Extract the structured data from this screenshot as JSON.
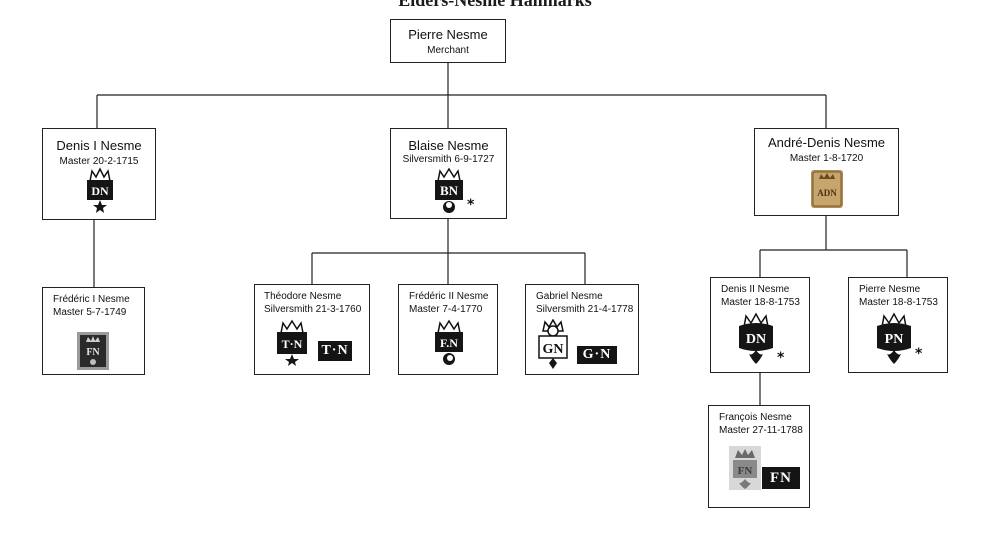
{
  "header": {
    "title": "Elders-Nesme Hallmarks"
  },
  "nodes": {
    "pierre_sr": {
      "name": "Pierre Nesme",
      "detail": "Merchant"
    },
    "denis1": {
      "name": "Denis I Nesme",
      "detail": "Master 20-2-1715",
      "mark": "DN"
    },
    "blaise": {
      "name": "Blaise Nesme",
      "detail": "Silversmith  6-9-1727",
      "mark": "BN",
      "star": "*"
    },
    "andre_denis": {
      "name": "André-Denis Nesme",
      "detail": "Master 1-8-1720",
      "mark": "ADN"
    },
    "frederic1": {
      "name": "Frédéric I Nesme",
      "detail": "Master 5-7-1749",
      "mark": "FN"
    },
    "theodore": {
      "name": "Théodore Nesme",
      "detail": "Silversmith 21-3-1760",
      "mark": "T·N",
      "mark2": "T·N"
    },
    "frederic2": {
      "name": "Frédéric II Nesme",
      "detail": "Master 7-4-1770",
      "mark": "F.N"
    },
    "gabriel": {
      "name": "Gabriel Nesme",
      "detail": "Silversmith 21-4-1778",
      "mark": "GN",
      "mark2": "G·N"
    },
    "denis2": {
      "name": "Denis II Nesme",
      "detail": "Master 18-8-1753",
      "mark": "DN",
      "star": "*"
    },
    "pierre_jr": {
      "name": "Pierre Nesme",
      "detail": "Master 18-8-1753",
      "mark": "PN",
      "star": "*"
    },
    "francois": {
      "name": "François Nesme",
      "detail": "Master 27-11-1788",
      "mark": "FN",
      "mark2": "FN"
    }
  },
  "colors": {
    "line": "#222222",
    "plate": "#141414",
    "gold": "#b08d57"
  }
}
